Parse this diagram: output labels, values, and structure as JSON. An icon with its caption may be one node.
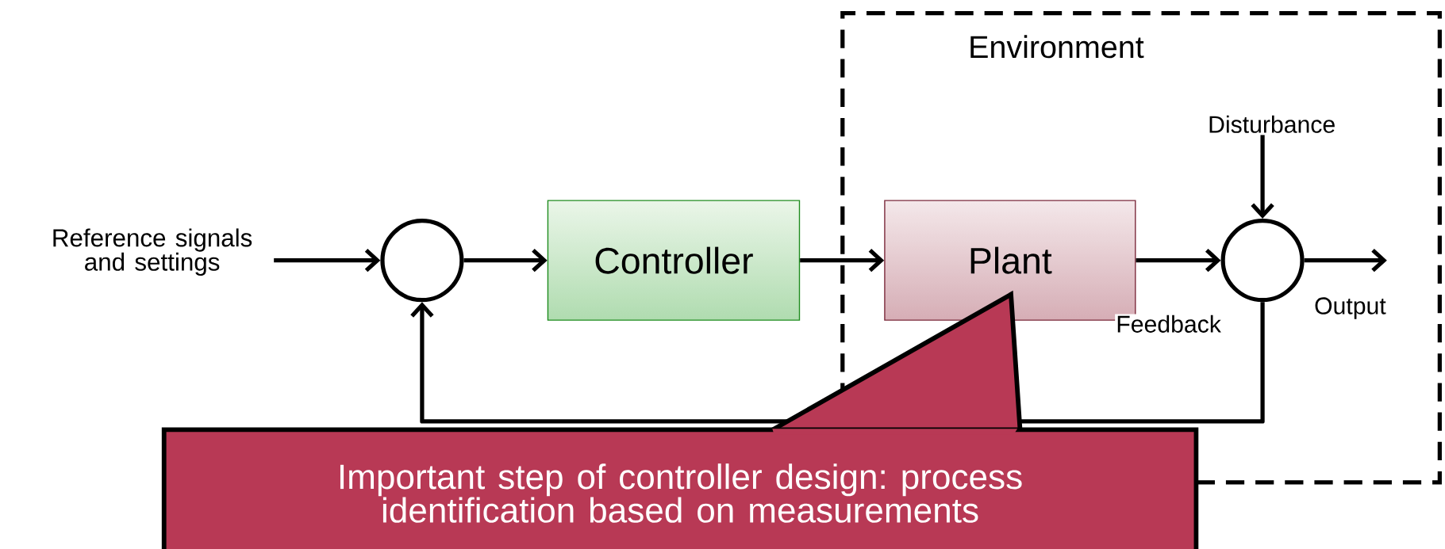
{
  "diagram": {
    "nodes": [
      {
        "text": [
          "Reference signals and settings"
        ]
      },
      {
        "text": [],
        "shape": "circle"
      },
      {
        "text": [
          "Controller"
        ]
      },
      {
        "text": [
          "Environment"
        ]
      },
      {
        "text": [
          "Plant"
        ],
        "in": 3
      },
      {
        "text": [
          "Disturbance"
        ],
        "in": 3
      },
      {
        "text": [],
        "shape": "circle",
        "in": 3
      },
      {
        "text": [
          "Important step of controller design: process identification based on measurements"
        ]
      }
    ],
    "edges": [
      {
        "from": 0,
        "to": 1,
        "arrow": "to"
      },
      {
        "from": 1,
        "to": 2,
        "arrow": "to"
      },
      {
        "from": 2,
        "to": 4,
        "arrow": "to"
      },
      {
        "from": 4,
        "to": 6,
        "arrow": "to"
      },
      {
        "from": 5,
        "to": 6,
        "arrow": "to"
      },
      {
        "from": 6,
        "to": null,
        "arrow": "to"
      },
      {
        "from": 6,
        "to": 1,
        "arrow": "to",
        "label": "Feedback"
      }
    ],
    "labels": [
      "Output"
    ]
  }
}
